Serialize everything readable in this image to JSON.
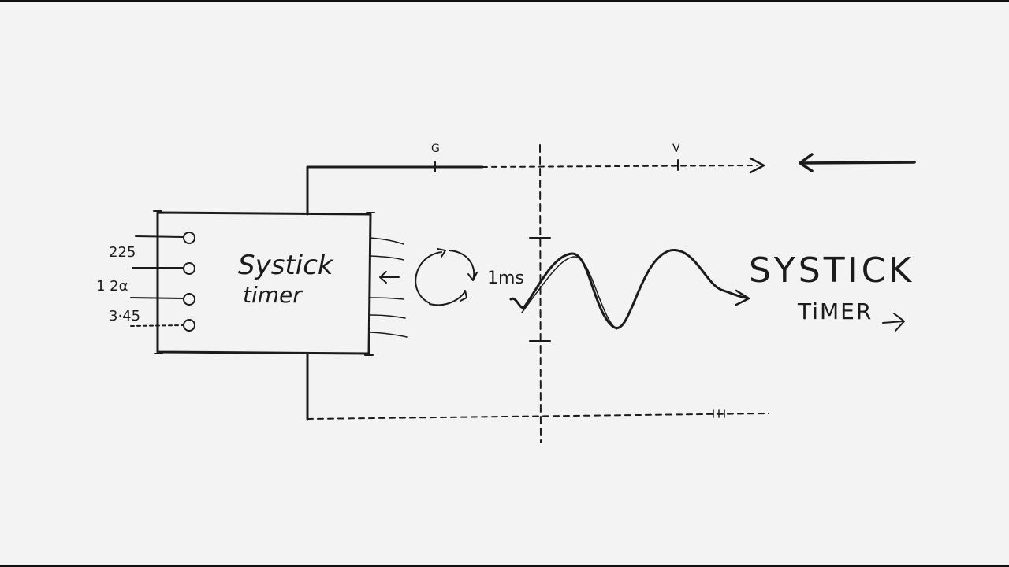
{
  "block": {
    "title": "Systick",
    "subtitle": "timer"
  },
  "pins": [
    "225",
    "1 2α",
    "3·45"
  ],
  "axis": {
    "g_label": "G",
    "v_label": "V"
  },
  "period_label": "1ms",
  "caption": {
    "line1": "SYSTICK",
    "line2": "TiMER"
  },
  "icons": [
    "cycle-arrows-icon",
    "arrow-left-icon",
    "arrow-right-icon"
  ]
}
